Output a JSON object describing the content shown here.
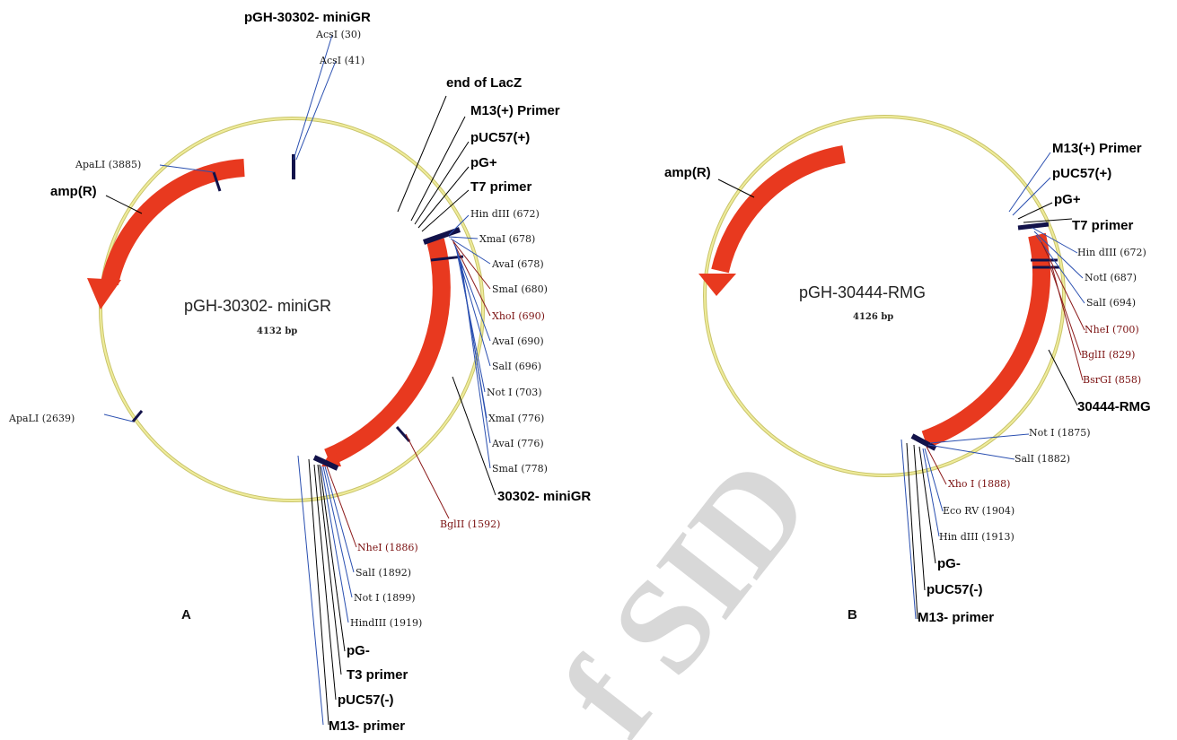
{
  "panel_a": {
    "panel_letter": "A",
    "plasmid_name": "pGH-30302- miniGR",
    "plasmid_size": "4132 bp",
    "top_label": "pGH-30302- miniGR",
    "features": {
      "amp": "amp(R)",
      "insert": "30302- miniGR",
      "end_lacz": "end of LacZ",
      "m13_plus": "M13(+) Primer",
      "puc57_plus": "pUC57(+)",
      "pg_plus": "pG+",
      "t7": "T7 primer",
      "pg_minus": "pG-",
      "t3": "T3 primer",
      "puc57_minus": "pUC57(-)",
      "m13_minus": "M13- primer"
    },
    "sites": {
      "acs1": "AcsI (30)",
      "acs2": "AcsI (41)",
      "apali1": "ApaLI (3885)",
      "apali2": "ApaLI (2639)",
      "hind1": "Hin dIII (672)",
      "xma1": "XmaI (678)",
      "ava1": "AvaI (678)",
      "sma1": "SmaI (680)",
      "xho1": "XhoI (690)",
      "ava2": "AvaI (690)",
      "sal1": "SalI (696)",
      "not1": "Not I (703)",
      "xma2": "XmaI (776)",
      "ava3": "AvaI (776)",
      "sma2": "SmaI (778)",
      "bgl": "BglII (1592)",
      "nhe": "NheI (1886)",
      "sal2": "SalI (1892)",
      "not2": "Not I (1899)",
      "hind2": "HindIII (1919)"
    }
  },
  "panel_b": {
    "panel_letter": "B",
    "plasmid_name": "pGH-30444-RMG",
    "plasmid_size": "4126 bp",
    "features": {
      "amp": "amp(R)",
      "insert": "30444-RMG",
      "m13_plus": "M13(+) Primer",
      "puc57_plus": "pUC57(+)",
      "pg_plus": "pG+",
      "t7": "T7 primer",
      "pg_minus": "pG-",
      "puc57_minus": "pUC57(-)",
      "m13_minus": "M13- primer"
    },
    "sites": {
      "hind1": "Hin dIII (672)",
      "not1": "NotI (687)",
      "sal1": "SalI (694)",
      "nhe": "NheI (700)",
      "bgl": "BglII (829)",
      "bsr": "BsrGI (858)",
      "not2": "Not I (1875)",
      "sal2": "SalI (1882)",
      "xho": "Xho I (1888)",
      "eco": "Eco RV (1904)",
      "hind2": "Hin dIII (1913)"
    }
  },
  "watermark": "f SID",
  "colors": {
    "backbone": "#e6e28a",
    "feature": "#e8391f",
    "blue_line": "#2a4fb0",
    "red_line": "#8b1a1a",
    "tick": "#12124a"
  }
}
